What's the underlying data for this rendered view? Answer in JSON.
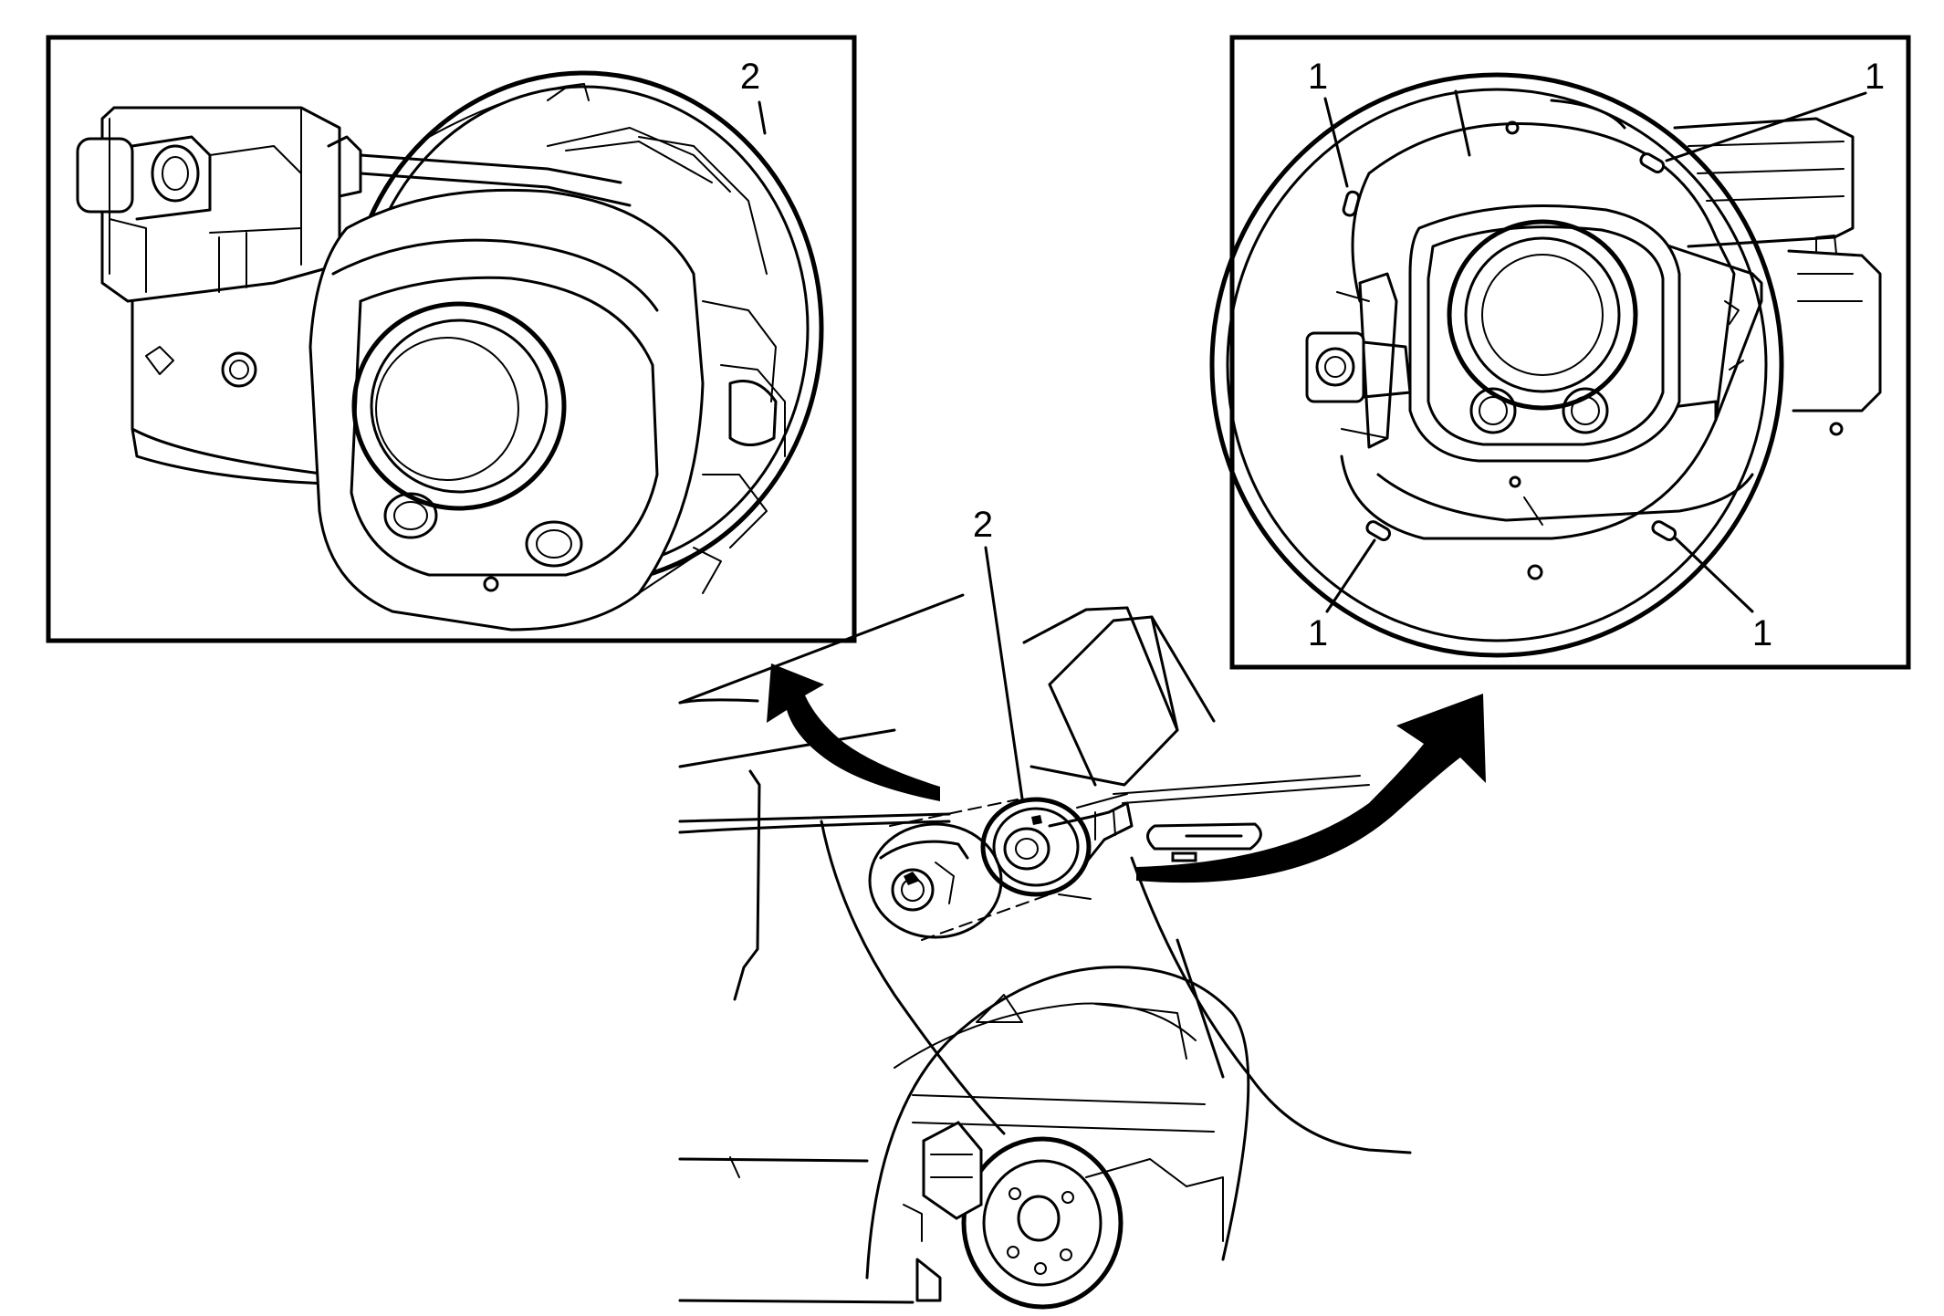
{
  "callouts": {
    "left_inset_2": "2",
    "center_2": "2",
    "right_top_left_1": "1",
    "right_top_right_1": "1",
    "right_bottom_left_1": "1",
    "right_bottom_right_1": "1"
  }
}
